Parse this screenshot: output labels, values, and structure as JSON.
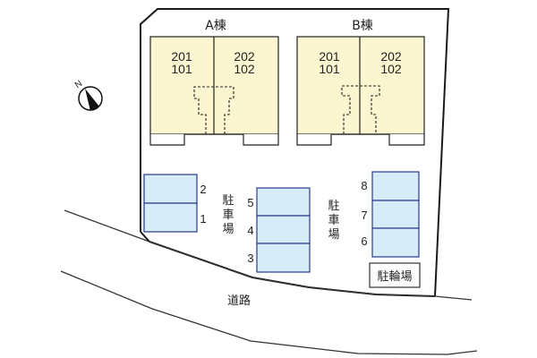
{
  "diagram": {
    "type": "site-plan",
    "colors": {
      "building_fill": "#fbf6cf",
      "parking_fill": "#d6ecf9",
      "parking_stroke": "#2a3a8c",
      "line": "#1a1a1a"
    },
    "compass": {
      "label": "N",
      "icon": "north-arrow-icon"
    },
    "buildings": [
      {
        "name": "A棟",
        "units": [
          {
            "upper": "201",
            "lower": "101"
          },
          {
            "upper": "202",
            "lower": "102"
          }
        ]
      },
      {
        "name": "B棟",
        "units": [
          {
            "upper": "201",
            "lower": "101"
          },
          {
            "upper": "202",
            "lower": "102"
          }
        ]
      }
    ],
    "parking_labels": [
      "駐車場",
      "駐車場"
    ],
    "parking_groups": [
      {
        "spots": [
          "2",
          "1"
        ]
      },
      {
        "spots": [
          "5",
          "4",
          "3"
        ]
      },
      {
        "spots": [
          "8",
          "7",
          "6"
        ]
      }
    ],
    "bicycle_parking": "駐輪場",
    "road": "道路"
  }
}
